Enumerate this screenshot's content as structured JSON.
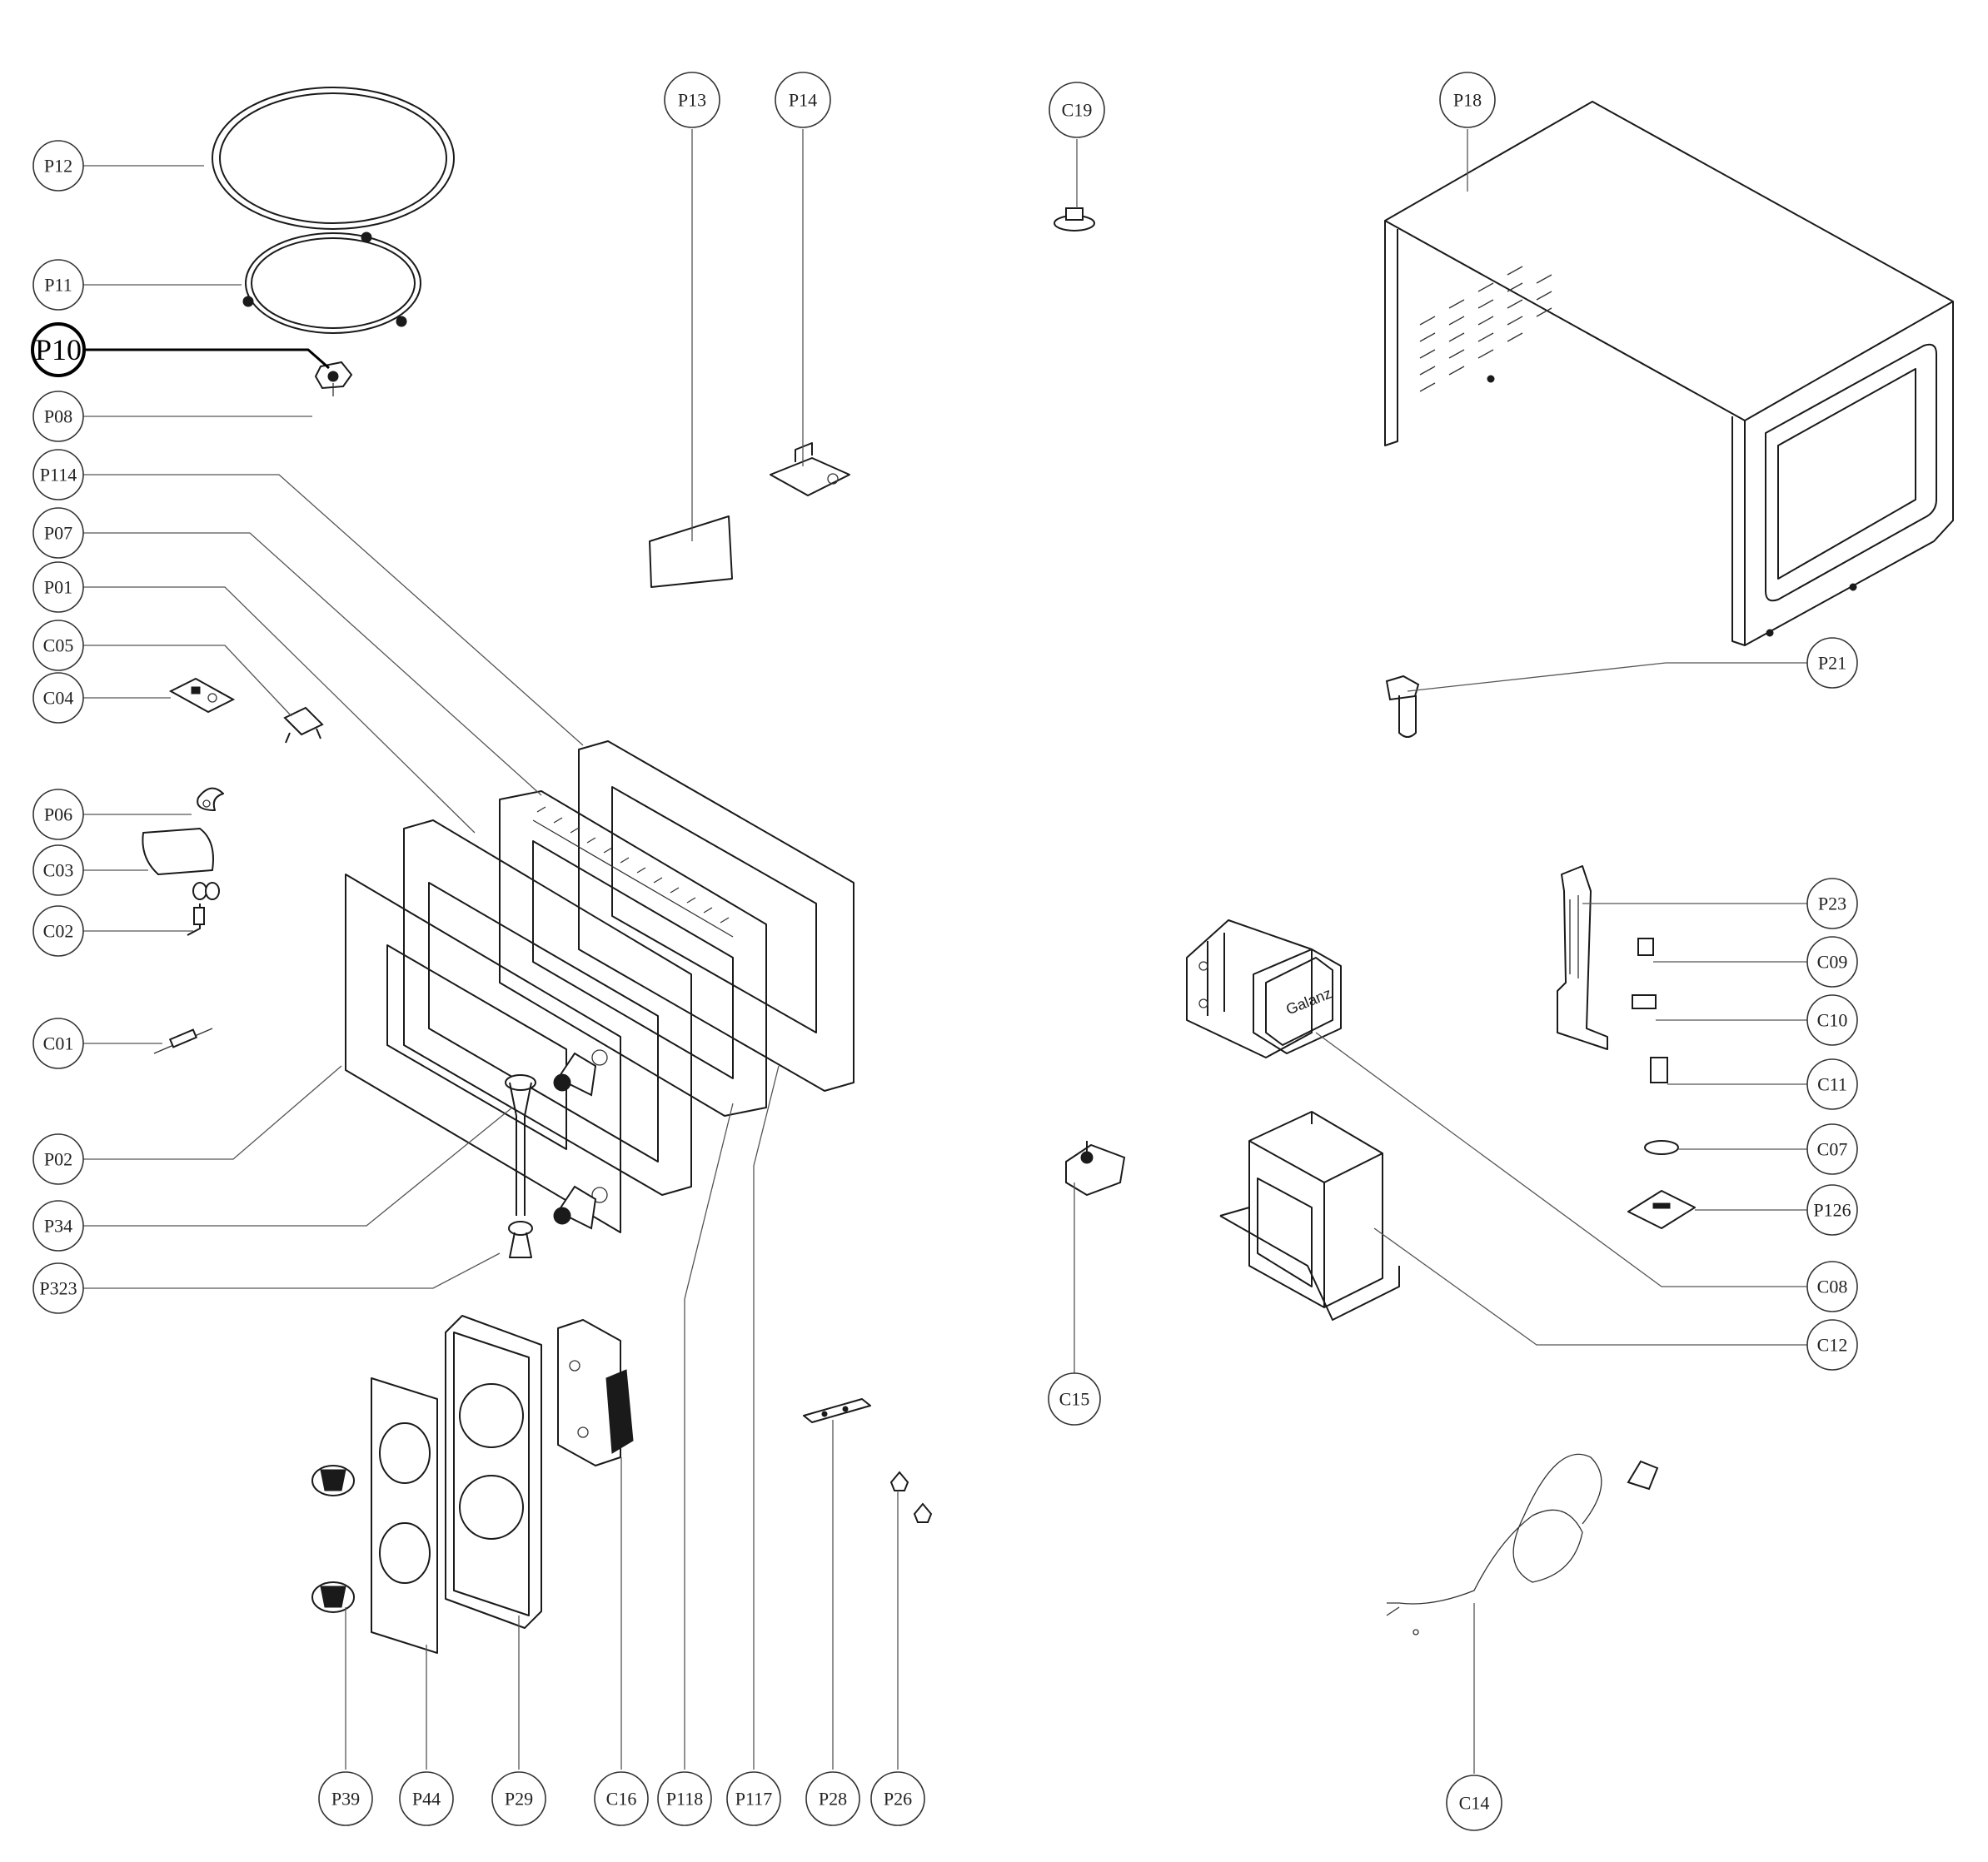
{
  "diagram": {
    "labels": {
      "P12": "P12",
      "P11": "P11",
      "P10": "P10",
      "P08": "P08",
      "P114": "P114",
      "P07": "P07",
      "P01": "P01",
      "C05": "C05",
      "C04": "C04",
      "P06": "P06",
      "C03": "C03",
      "C02": "C02",
      "C01": "C01",
      "P02": "P02",
      "P34": "P34",
      "P323": "P323",
      "P13": "P13",
      "P14": "P14",
      "C19": "C19",
      "P18": "P18",
      "P21": "P21",
      "P23": "P23",
      "C09": "C09",
      "C10": "C10",
      "C11": "C11",
      "C07": "C07",
      "P126": "P126",
      "C08": "C08",
      "C12": "C12",
      "C15": "C15",
      "C14": "C14",
      "P39": "P39",
      "P44": "P44",
      "P29": "P29",
      "C16": "C16",
      "P118": "P118",
      "P117": "P117",
      "P28": "P28",
      "P26": "P26"
    },
    "magnetron_brand": "Galanz"
  }
}
